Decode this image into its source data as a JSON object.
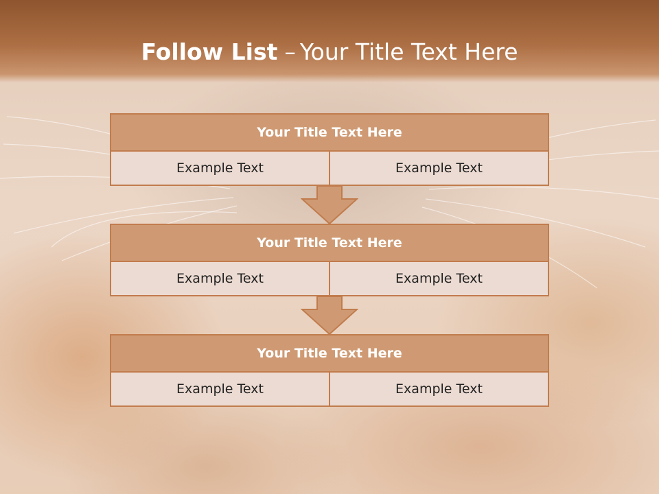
{
  "slide": {
    "title_bold": "Follow List",
    "title_dash": "–",
    "title_rest": "Your Title Text Here"
  },
  "steps": [
    {
      "title": "Your Title Text Here",
      "left": "Example Text",
      "right": "Example Text"
    },
    {
      "title": "Your Title Text Here",
      "left": "Example Text",
      "right": "Example Text"
    },
    {
      "title": "Your Title Text Here",
      "left": "Example Text",
      "right": "Example Text"
    }
  ],
  "colors": {
    "banner": "#a0613a",
    "header_fill": "#cf9a73",
    "border": "#c17c4d",
    "cell_fill": "#ecdbd2"
  },
  "icons": {
    "connector": "down-arrow-icon",
    "background": "cat-fur-photo"
  }
}
